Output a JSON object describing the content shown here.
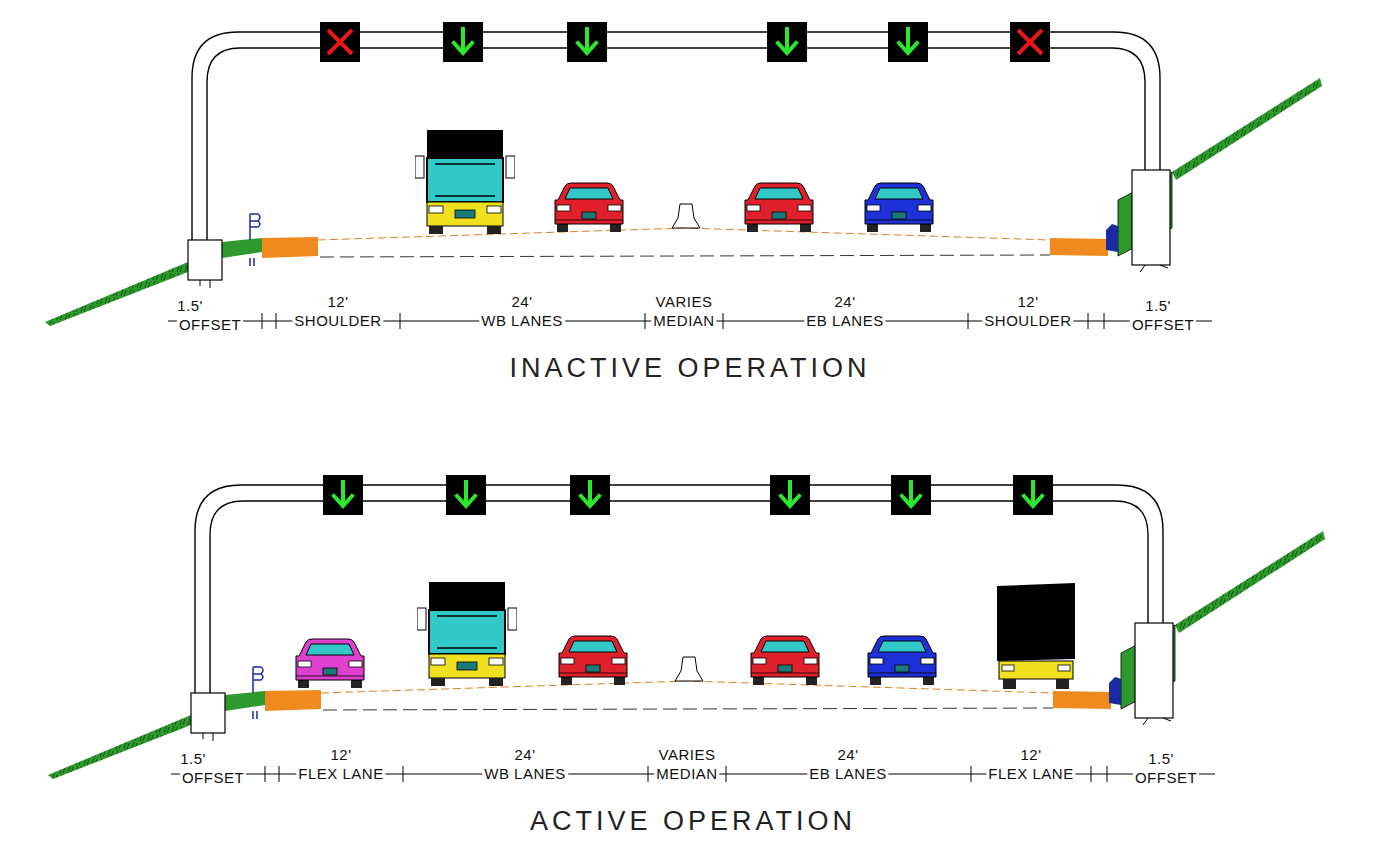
{
  "diagram": {
    "labels": [
      "1.5'",
      "OFFSET",
      "12'",
      "SHOULDER",
      "24'",
      "WB LANES",
      "VARIES",
      "MEDIAN",
      "24'",
      "EB LANES",
      "12'",
      "SHOULDER",
      "1.5'",
      "OFFSET",
      "INACTIVE OPERATION",
      "1.5'",
      "OFFSET",
      "12'",
      "FLEX LANE",
      "24'",
      "WB LANES",
      "VARIES",
      "MEDIAN",
      "24'",
      "EB LANES",
      "12'",
      "FLEX LANE",
      "1.5'",
      "OFFSET",
      "ACTIVE OPERATION"
    ]
  }
}
